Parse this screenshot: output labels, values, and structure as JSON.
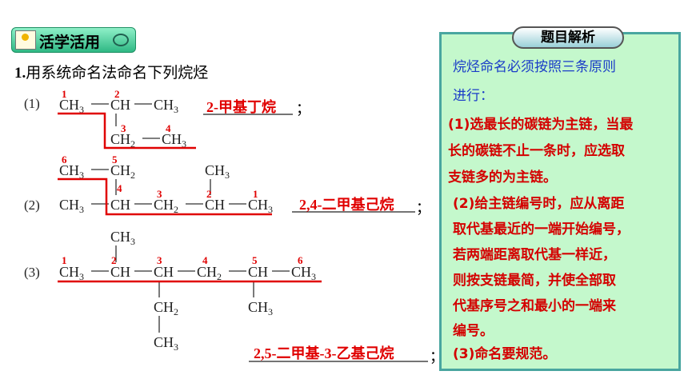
{
  "header": {
    "badge": "活学活用"
  },
  "question": {
    "number": "1.",
    "text": "用系统命名法命名下列烷烃"
  },
  "items": [
    {
      "label": "(1)",
      "answer": "2-甲基丁烷",
      "punct": "；"
    },
    {
      "label": "(2)",
      "answer": "2,4-二甲基己烷",
      "punct": "；"
    },
    {
      "label": "(3)",
      "answer": "2,5-二甲基-3-乙基己烷",
      "punct": "；"
    }
  ],
  "structures": {
    "s1": {
      "main": [
        "CH3",
        "CH",
        "CH3"
      ],
      "branch": [
        "CH2",
        "CH3"
      ],
      "nums": [
        "1",
        "2",
        "3",
        "4"
      ]
    },
    "s2": {
      "top": [
        "CH3",
        "CH2"
      ],
      "main": [
        "CH3",
        "CH",
        "CH2",
        "CH",
        "CH3"
      ],
      "sub": "CH3",
      "nums": [
        "6",
        "5",
        "4",
        "3",
        "2",
        "1"
      ]
    },
    "s3": {
      "top": "CH3",
      "main": [
        "CH3",
        "CH",
        "CH",
        "CH2",
        "CH",
        "CH3"
      ],
      "branch": [
        "CH2",
        "CH3"
      ],
      "sub": "CH3",
      "nums": [
        "1",
        "2",
        "3",
        "4",
        "5",
        "6"
      ]
    }
  },
  "panel": {
    "title": "题目解析",
    "intro": [
      "烷烃命名必须按照三条原则",
      "进行："
    ],
    "rules": [
      "(1)选最长的碳链为主链，当最",
      "长的碳链不止一条时，应选取",
      "支链多的为主链。",
      "(2)给主链编号时，应从离距",
      "取代基最近的一端开始编号，",
      "若两端距离取代基一样近，",
      "则按支链最简，并使全部取",
      "代基序号之和最小的一端来",
      "编号。",
      "(3)命名要规范。"
    ]
  },
  "colors": {
    "accent_red": "#e00000",
    "panel_bg": "#c4f8cc",
    "panel_border": "#49a6a0",
    "blue": "#1a3cc8"
  }
}
